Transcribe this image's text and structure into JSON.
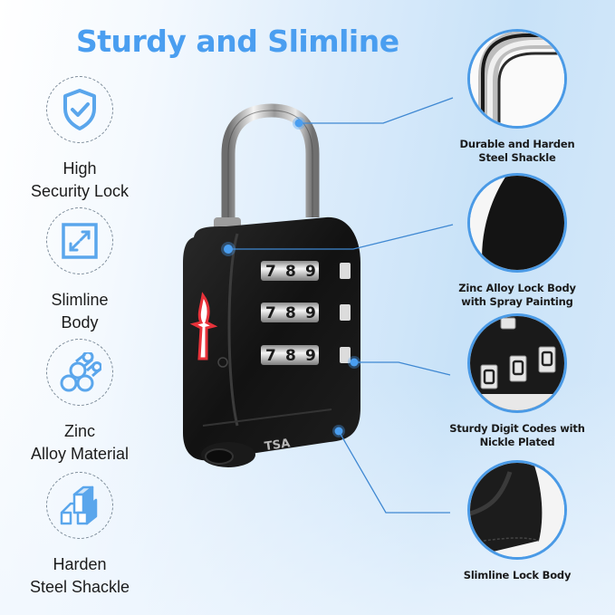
{
  "title": "Sturdy and Slimline",
  "colors": {
    "accent": "#4a9ef0",
    "callout_border": "#4a9ae6",
    "icon_blue": "#5aa6ec",
    "lock_body": "#151515",
    "tsa_logo_red": "#e8323a"
  },
  "features": [
    {
      "icon": "shield-check-icon",
      "line1": "High",
      "line2": "Security Lock"
    },
    {
      "icon": "expand-arrows-icon",
      "line1": "Slimline",
      "line2": "Body"
    },
    {
      "icon": "pipes-bundle-icon",
      "line1": "Zinc",
      "line2": "Alloy Material"
    },
    {
      "icon": "steel-bars-icon",
      "line1": "Harden",
      "line2": "Steel Shackle"
    }
  ],
  "callouts": [
    {
      "line1": "Durable and Harden",
      "line2": "Steel Shackle"
    },
    {
      "line1": "Zinc Alloy Lock Body",
      "line2": "with Spray Painting"
    },
    {
      "line1": "Sturdy Digit Codes with",
      "line2": "Nickle Plated"
    },
    {
      "line1": "Slimline Lock Body",
      "line2": ""
    }
  ],
  "product": {
    "engraving": "TSA",
    "dials": [
      [
        "7",
        "8",
        "9"
      ],
      [
        "7",
        "8",
        "9"
      ],
      [
        "7",
        "8",
        "9"
      ]
    ]
  }
}
